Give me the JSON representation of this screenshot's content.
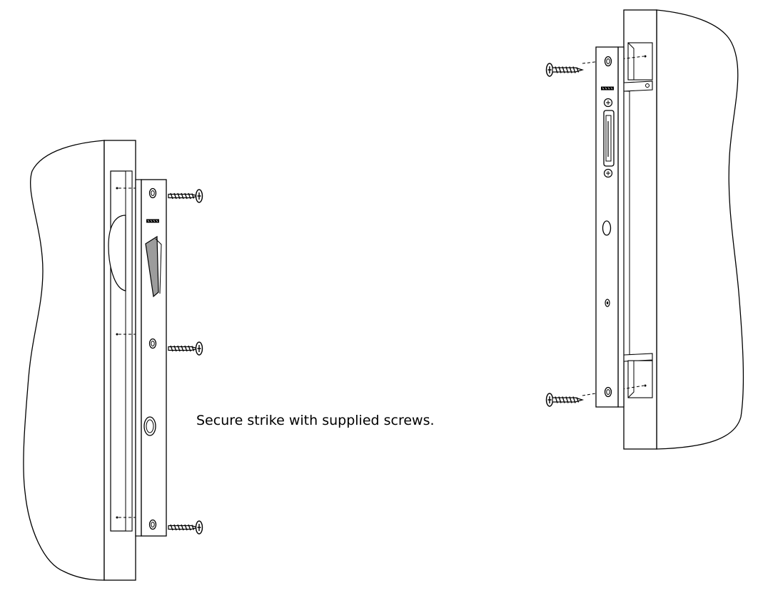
{
  "instruction": {
    "text": "Secure strike with supplied screws."
  },
  "figure": {
    "left_panel": {
      "screw_count": 3,
      "brand_mark": "brand-logo"
    },
    "right_panel": {
      "screw_count": 2,
      "brand_mark": "brand-logo"
    },
    "colors": {
      "line": "#000000",
      "fill": "#ffffff",
      "latch_shade": "#9c9c9c"
    }
  }
}
